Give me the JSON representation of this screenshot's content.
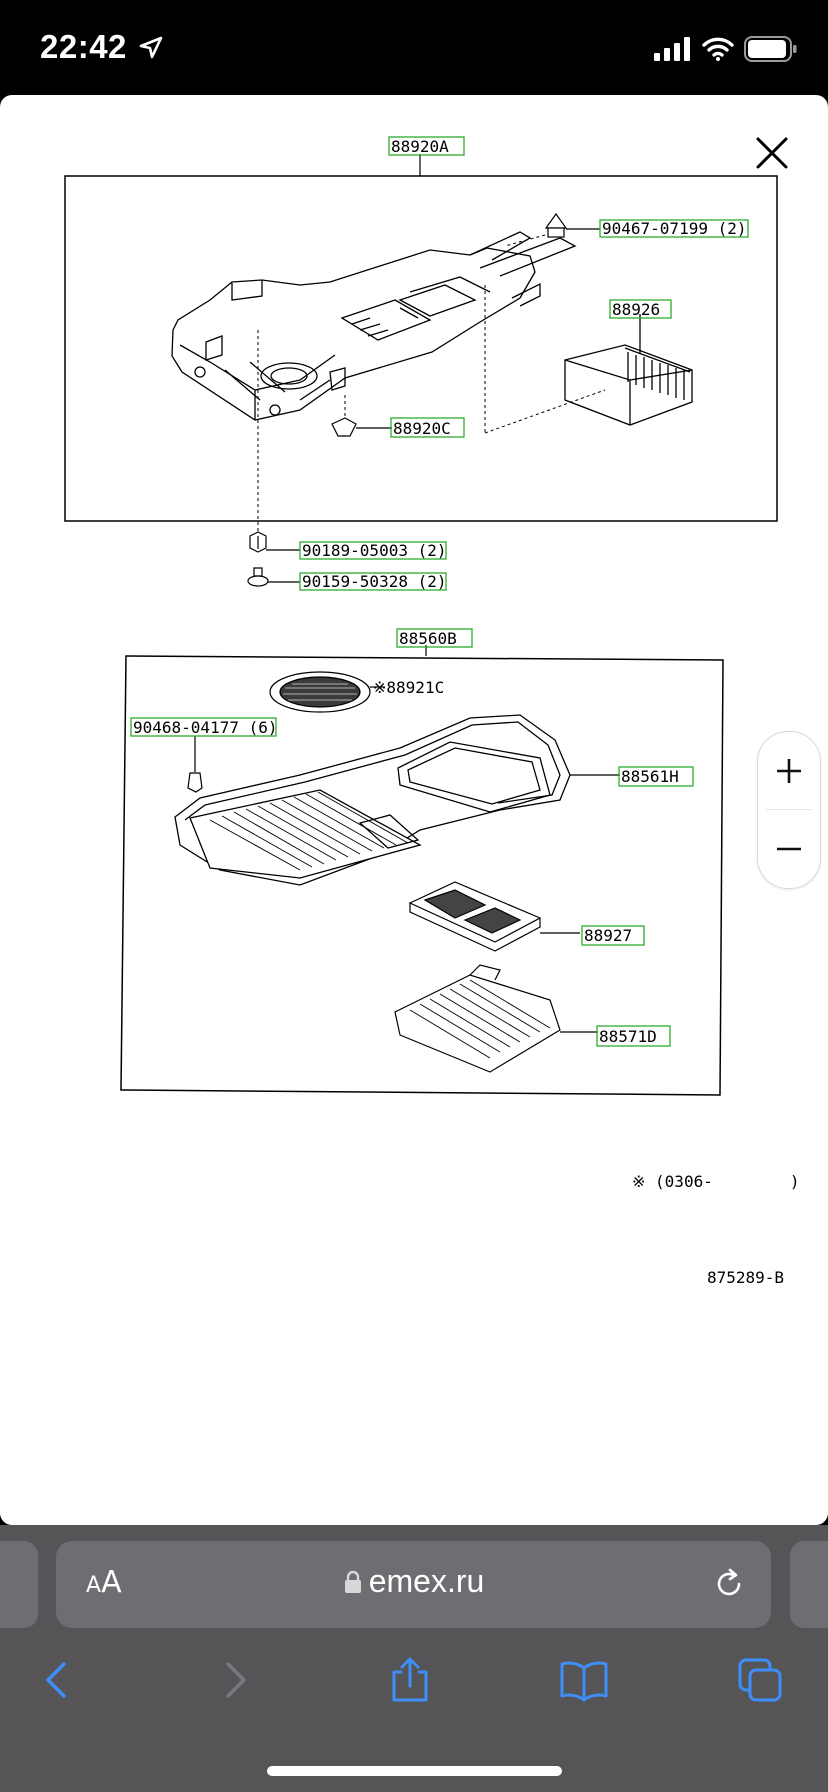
{
  "status_bar": {
    "time": "22:42",
    "icons": [
      "location-arrow-icon",
      "cellular-signal-icon",
      "wifi-icon",
      "battery-icon"
    ]
  },
  "diagram": {
    "parts": {
      "p88920A": "88920A",
      "p90467": "90467-07199 (2)",
      "p88926": "88926",
      "p88920C": "88920C",
      "p90189": "90189-05003 (2)",
      "p90159": "90159-50328 (2)",
      "p88560B": "88560B",
      "p88921C": "※88921C",
      "p90468": "90468-04177 (6)",
      "p88561H": "88561H",
      "p88927": "88927",
      "p88571D": "88571D"
    },
    "note": "※ (0306-        )",
    "diagram_code": "875289-B"
  },
  "zoom": {
    "in_icon": "plus-icon",
    "out_icon": "minus-icon"
  },
  "browser": {
    "aa_big": "A",
    "aa_small": "A",
    "url": "emex.ru",
    "lock_icon": "lock-icon",
    "reload_icon": "reload-icon"
  },
  "toolbar": {
    "icons": [
      "back-icon",
      "forward-icon",
      "share-icon",
      "bookmarks-icon",
      "tabs-icon"
    ]
  },
  "colors": {
    "label_box": "#2eab2e",
    "accent": "#3d8ef7",
    "toolbar_bg": "#555558",
    "url_bar_bg": "#6e6e72"
  }
}
